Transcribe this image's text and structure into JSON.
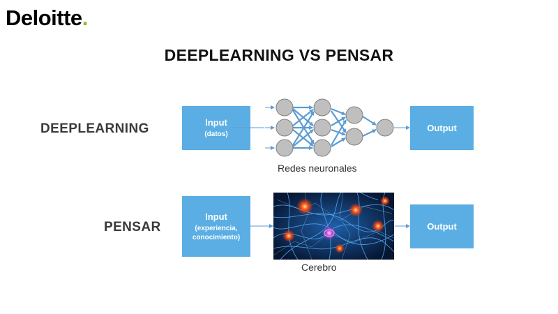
{
  "logo": {
    "text": "Deloitte",
    "dot": "."
  },
  "title": "DEEPLEARNING VS PENSAR",
  "rows": [
    {
      "label": "DEEPLEARNING",
      "input_main": "Input",
      "input_sub": "(datos)",
      "middle_caption": "Redes neuronales",
      "output": "Output"
    },
    {
      "label": "PENSAR",
      "input_main": "Input",
      "input_sub_1": "(experiencia,",
      "input_sub_2": "conocimiento)",
      "middle_caption": "Cerebro",
      "output": "Output"
    }
  ],
  "colors": {
    "box_blue": "#5aaee3",
    "arrow_blue": "#5b9bd5",
    "neuron_gray": "#bfbfbf",
    "brand_green": "#86bc25"
  }
}
